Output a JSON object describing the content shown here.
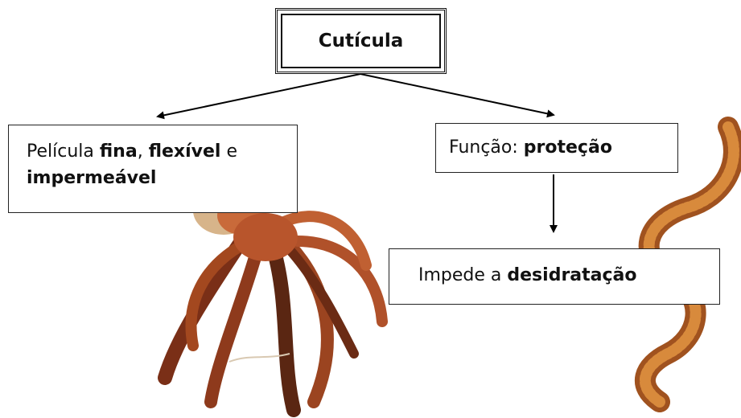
{
  "root": {
    "label": "Cutícula"
  },
  "left": {
    "prefix": "Película ",
    "b1": "fina",
    "sep1": ", ",
    "b2": "flexível",
    "sep2": " e",
    "b3": "impermeável"
  },
  "right": {
    "prefix": "Função: ",
    "bold": "proteção"
  },
  "bottom": {
    "prefix": "Impede a ",
    "bold": "desidratação"
  },
  "colors": {
    "octopus": "#b8552c",
    "worm": "#c8702a",
    "line": "#000000"
  }
}
